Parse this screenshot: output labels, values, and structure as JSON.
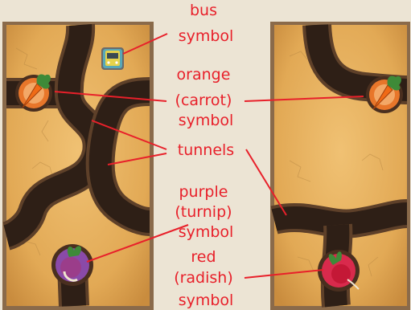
{
  "labels": {
    "bus": [
      "bus",
      "symbol"
    ],
    "orange": [
      "orange",
      "(carrot)",
      "symbol"
    ],
    "tunnels": [
      "tunnels"
    ],
    "purple": [
      "purple",
      "(turnip)",
      "symbol"
    ],
    "red": [
      "red",
      "(radish)",
      "symbol"
    ]
  },
  "colors": {
    "label": "#e8202a",
    "background": "#ece4d4",
    "tile_sand": "#e3ac58",
    "tunnel": "#2e1f16",
    "tunnel_edge": "#6b4a2e",
    "carrot_ring": "#e8762a",
    "turnip_ring": "#8a4aa8",
    "radish_ring": "#d92a4c",
    "bus": "#e6d24a"
  },
  "icons": {
    "bus": "bus-icon",
    "carrot": "carrot-icon",
    "turnip": "turnip-icon",
    "radish": "radish-icon"
  }
}
